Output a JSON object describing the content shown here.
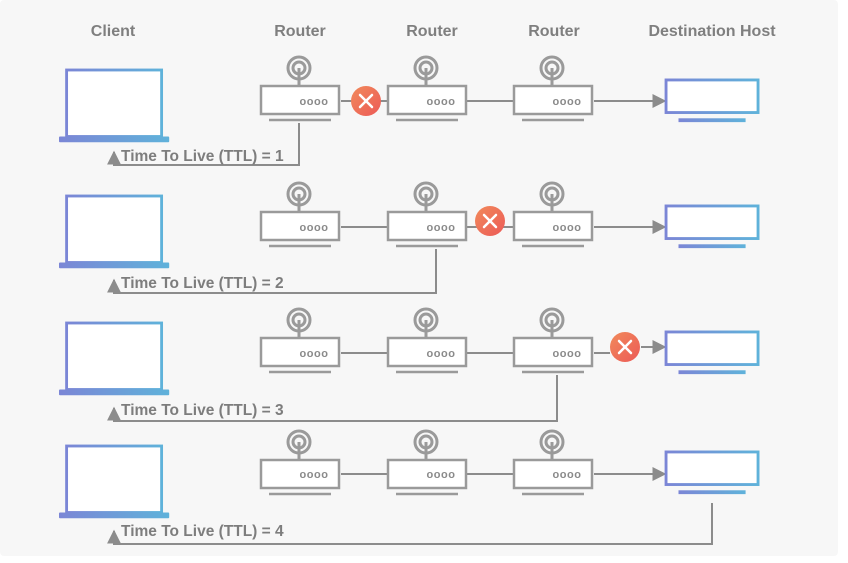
{
  "diagram": {
    "headers": {
      "client": "Client",
      "router1": "Router",
      "router2": "Router",
      "router3": "Router",
      "destination": "Destination Host"
    },
    "router_port_label": "oooo",
    "rows": [
      {
        "ttl_label": "Time To Live (TTL) = 1",
        "dropped_after": "router1"
      },
      {
        "ttl_label": "Time To Live (TTL) = 2",
        "dropped_after": "router2"
      },
      {
        "ttl_label": "Time To Live (TTL) = 3",
        "dropped_after": "router3"
      },
      {
        "ttl_label": "Time To Live (TTL) = 4",
        "dropped_after": "none"
      }
    ],
    "colors": {
      "panel_background": "#f7f7f7",
      "device_stroke": "#9a9a9a",
      "line": "#8c8c8c",
      "client_gradient_start": "#7b86d6",
      "client_gradient_end": "#5fb2da",
      "drop_marker": "#ef6a53"
    }
  }
}
